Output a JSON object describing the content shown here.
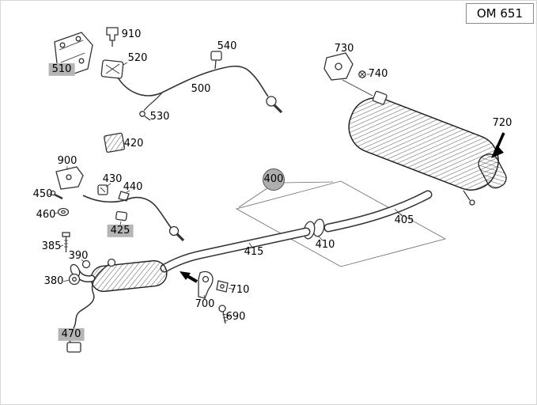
{
  "title": "OM 651",
  "parts": {
    "p380": "380",
    "p385": "385",
    "p390": "390",
    "p400": "400",
    "p405": "405",
    "p410": "410",
    "p415": "415",
    "p420": "420",
    "p425": "425",
    "p430": "430",
    "p440": "440",
    "p450": "450",
    "p460": "460",
    "p470": "470",
    "p500": "500",
    "p510": "510",
    "p520": "520",
    "p530": "530",
    "p540": "540",
    "p690": "690",
    "p700": "700",
    "p710": "710",
    "p720": "720",
    "p730": "730",
    "p740": "740",
    "p900": "900",
    "p910": "910"
  },
  "highlighted_parts": [
    "400",
    "425",
    "470",
    "510"
  ],
  "colors": {
    "highlight": "#b5b5b5",
    "line": "#333333",
    "background": "#ffffff"
  }
}
